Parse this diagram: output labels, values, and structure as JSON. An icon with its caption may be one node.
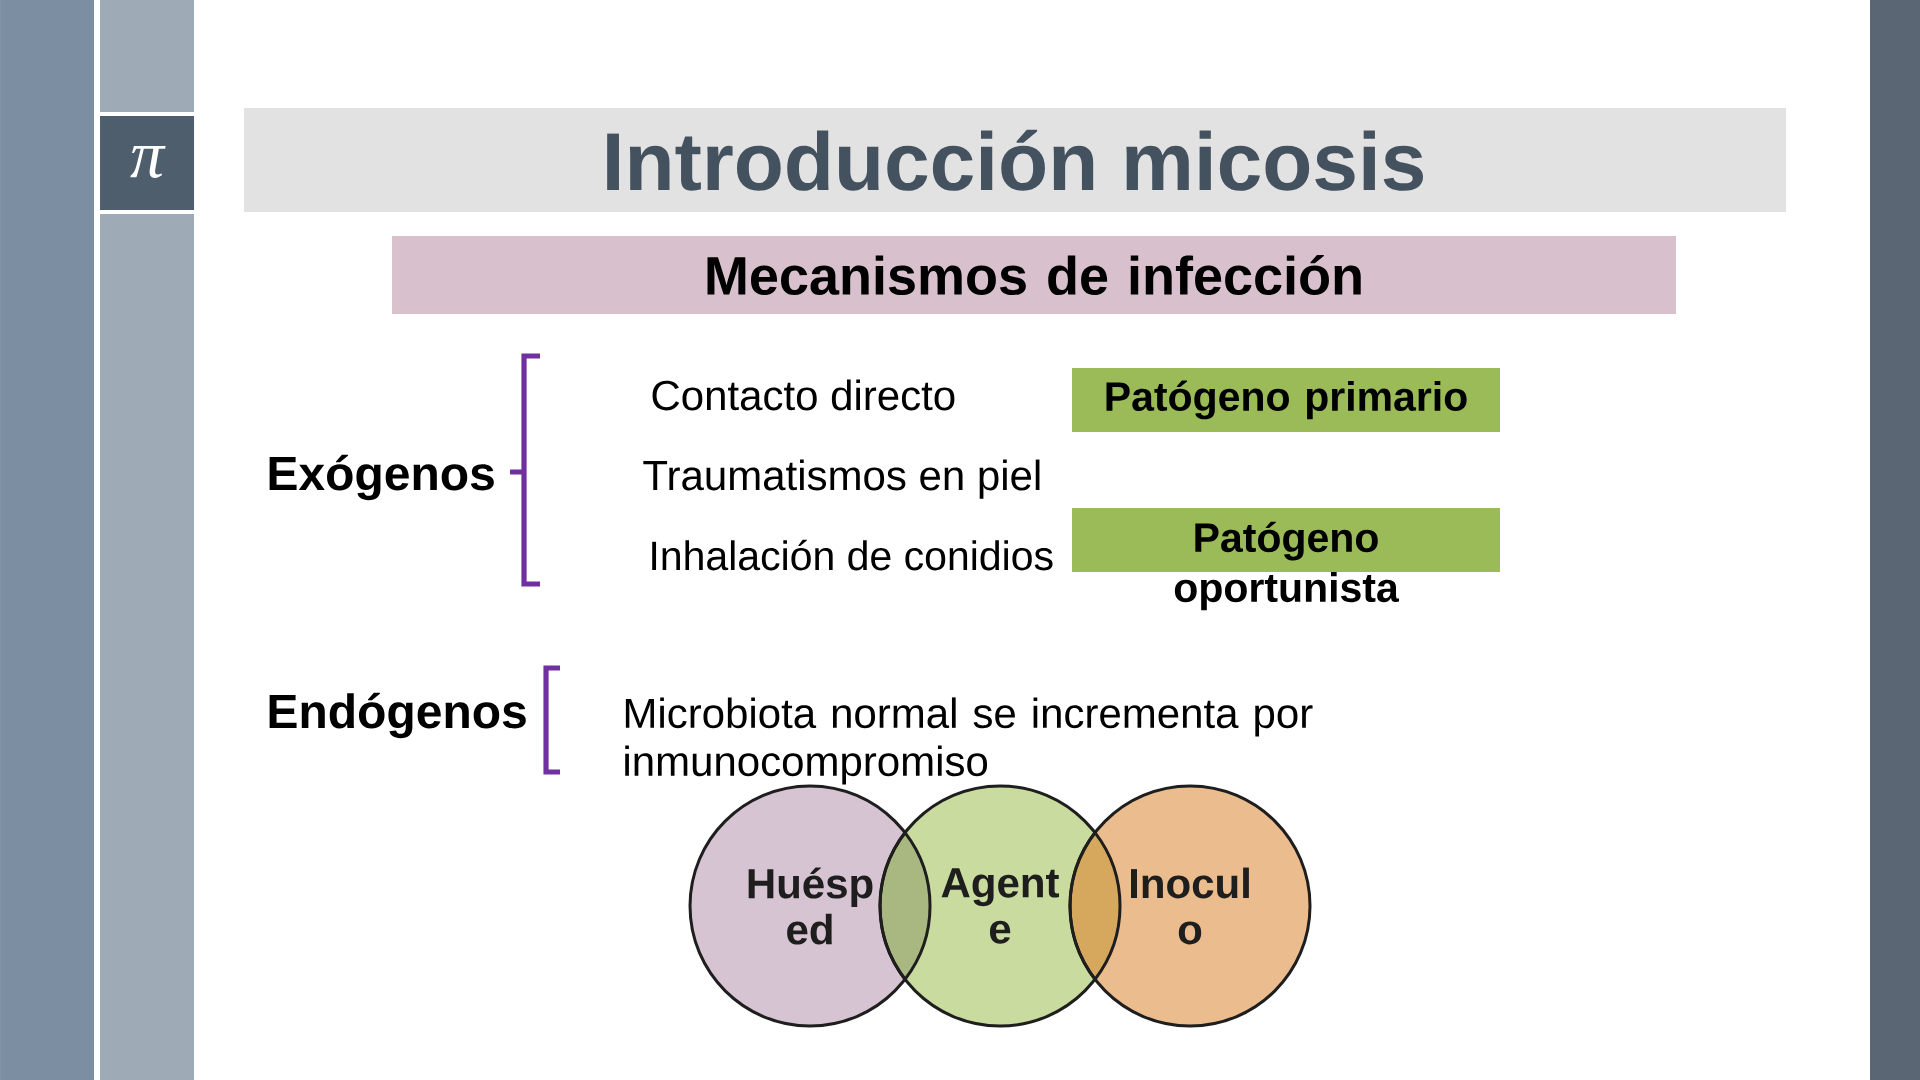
{
  "diagram": {
    "title": "Introducción micosis",
    "nodes": [
      {
        "text": [],
        "shape": "bar"
      },
      {
        "text": [],
        "shape": "bar"
      },
      {
        "text": [
          "Mecanismos de infección"
        ]
      },
      {
        "text": [
          "Patógeno primario"
        ]
      },
      {
        "text": [
          "Patógeno oportunista"
        ]
      },
      {
        "text": [
          "Huésp ed"
        ]
      },
      {
        "text": [
          "Agent e"
        ]
      },
      {
        "text": [
          "Inocul o"
        ]
      },
      {
        "text": [],
        "shape": "bar"
      }
    ],
    "labels": [
      "π",
      "Exógenos",
      "Contacto directo",
      "Traumatismos en piel",
      "Inhalación de conidios",
      "Endógenos",
      "Microbiota normal se incrementa por inmunocompromiso"
    ]
  }
}
